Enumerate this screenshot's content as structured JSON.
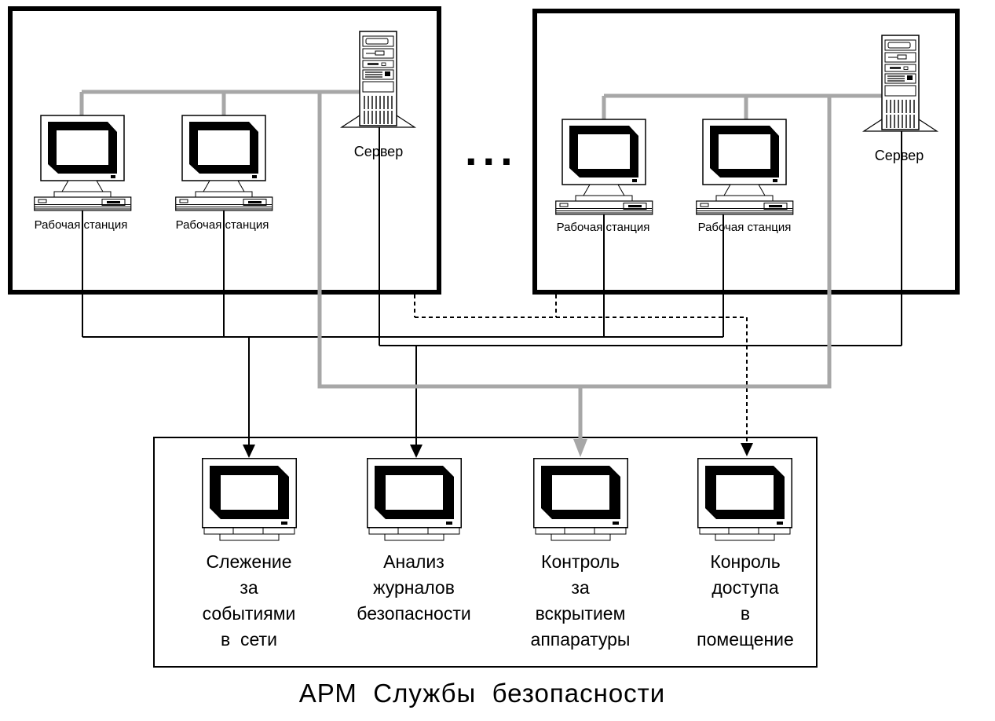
{
  "caption": "АРМ  Службы  безопасности",
  "ellipsis": "...",
  "lan_segments": [
    {
      "name": "lan-segment-1",
      "workstations": [
        {
          "label": "Рабочая станция"
        },
        {
          "label": "Рабочая станция"
        }
      ],
      "server": {
        "label": "Сервер"
      }
    },
    {
      "name": "lan-segment-2",
      "workstations": [
        {
          "label": "Рабочая станция"
        },
        {
          "label": "Рабочая станция"
        }
      ],
      "server": {
        "label": "Сервер"
      }
    }
  ],
  "security_console": {
    "terminals": [
      {
        "label": "Слежение\nза\nсобытиями\nв  сети"
      },
      {
        "label": "Анализ\nжурналов\nбезопасности"
      },
      {
        "label": "Контроль\nза\nвскрытием\nаппаратуры"
      },
      {
        "label": "Конроль\nдоступа\nв\nпомещение"
      }
    ]
  },
  "colors": {
    "line_gray": "#a7a7a7",
    "line_black": "#000000",
    "background": "#ffffff"
  }
}
